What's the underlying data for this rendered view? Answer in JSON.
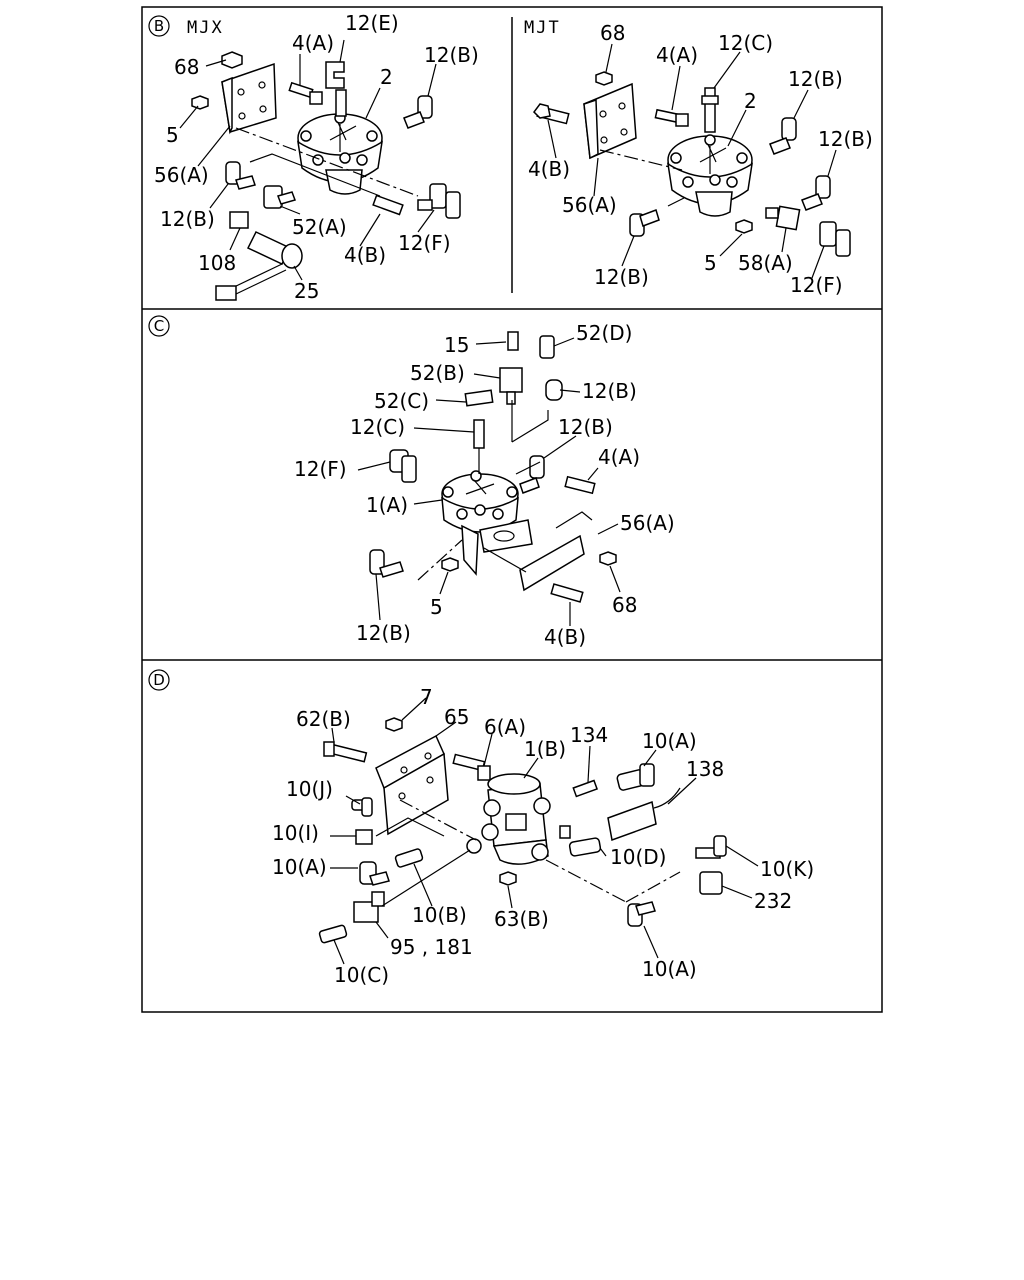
{
  "sections": {
    "b": {
      "marker": "B",
      "variants": [
        "MJX",
        "MJT"
      ],
      "mjx_labels": [
        "12(E)",
        "4(A)",
        "68",
        "2",
        "12(B)",
        "5",
        "56(A)",
        "12(B)",
        "52(A)",
        "12(F)",
        "4(B)",
        "108",
        "25"
      ],
      "mjt_labels": [
        "68",
        "4(A)",
        "12(C)",
        "2",
        "12(B)",
        "12(B)",
        "4(B)",
        "56(A)",
        "12(B)",
        "5",
        "58(A)",
        "12(F)"
      ]
    },
    "c": {
      "marker": "C",
      "labels": [
        "15",
        "52(D)",
        "52(B)",
        "12(B)",
        "52(C)",
        "12(C)",
        "12(B)",
        "12(F)",
        "4(A)",
        "1(A)",
        "56(A)",
        "5",
        "68",
        "12(B)",
        "4(B)"
      ]
    },
    "d": {
      "marker": "D",
      "labels": [
        "7",
        "62(B)",
        "65",
        "6(A)",
        "1(B)",
        "134",
        "10(A)",
        "138",
        "10(J)",
        "10(I)",
        "10(D)",
        "10(A)",
        "10(K)",
        "232",
        "10(B)",
        "63(B)",
        "95 , 181",
        "10(C)",
        "10(A)"
      ]
    }
  }
}
